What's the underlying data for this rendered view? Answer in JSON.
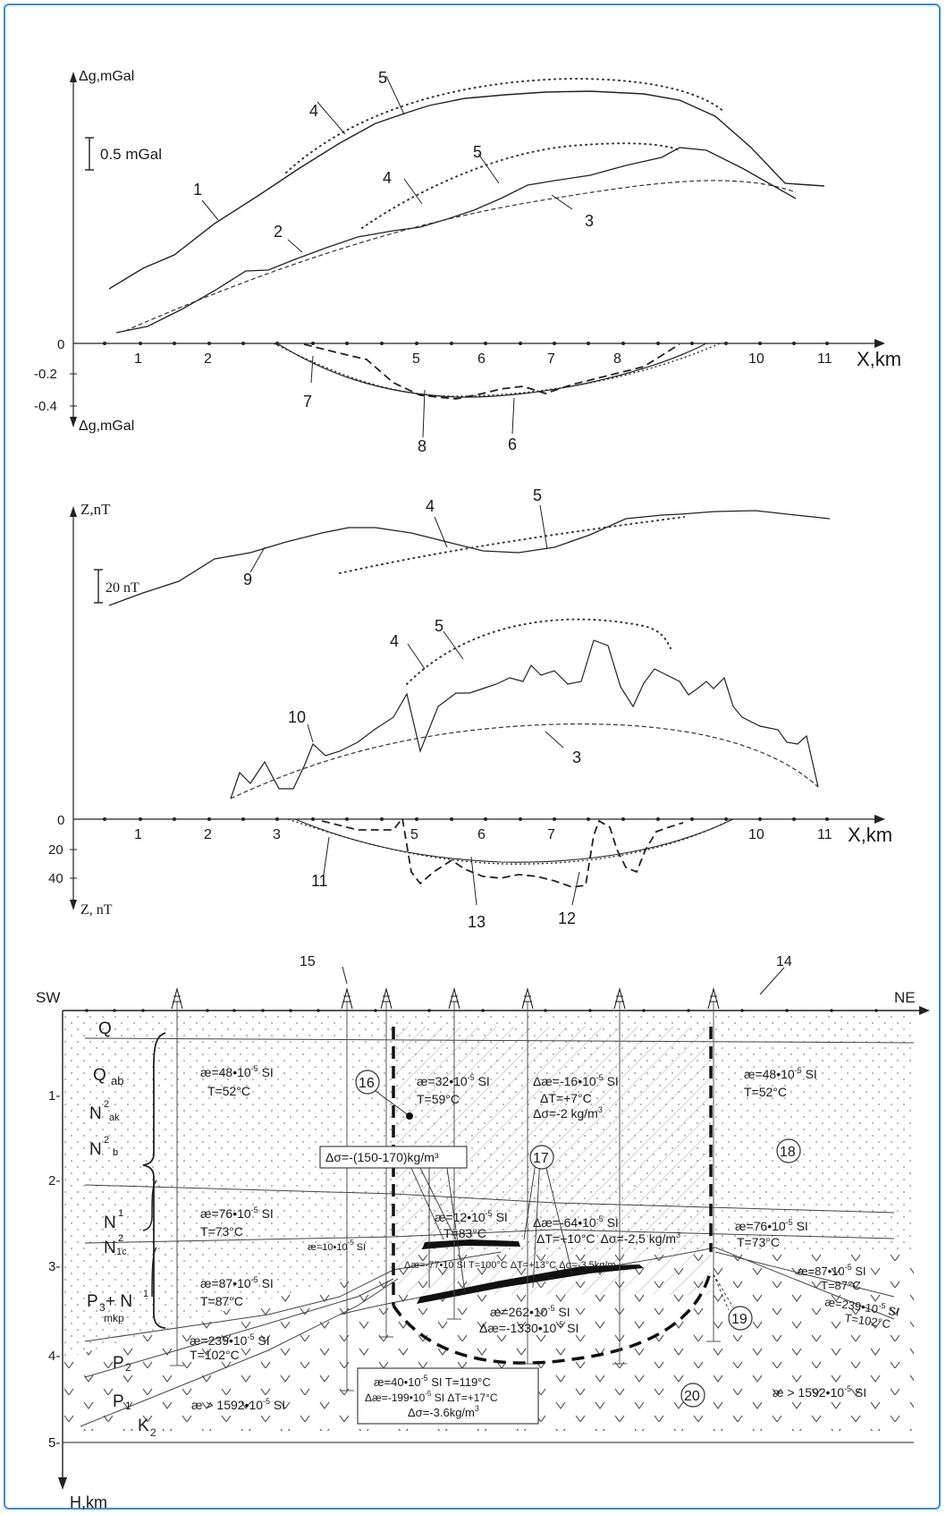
{
  "gravity_panel": {
    "y_axis_label_top": "Δg,mGal",
    "y_axis_label_bottom": "Δg,mGal",
    "scale_bar_label": "0.5 mGal",
    "zero_label": "0",
    "neg_ticks": [
      "-0.2",
      "-0.4"
    ],
    "x_axis_label": "X,km",
    "x_ticks": [
      "1",
      "2",
      "5",
      "6",
      "7",
      "8",
      "10",
      "11"
    ],
    "curve_labels": [
      "1",
      "2",
      "3",
      "4",
      "5",
      "4",
      "5",
      "6",
      "7",
      "8"
    ]
  },
  "magnetic_panel": {
    "y_axis_label_top": "Z,nT",
    "y_axis_label_bottom": "Z, nT",
    "scale_bar_label": "20 nT",
    "zero_label": "0",
    "neg_ticks": [
      "20",
      "40"
    ],
    "x_axis_label": "X,km",
    "x_ticks": [
      "1",
      "2",
      "3",
      "5",
      "6",
      "7",
      "10",
      "11"
    ],
    "curve_labels": [
      "9",
      "4",
      "5",
      "4",
      "5",
      "10",
      "3",
      "11",
      "13",
      "12"
    ]
  },
  "section_panel": {
    "sw_label": "SW",
    "ne_label": "NE",
    "depth_axis_label": "H,km",
    "depth_ticks": [
      "1-",
      "2-",
      "3-",
      "4-",
      "5-"
    ],
    "top_labels": [
      "15",
      "14"
    ],
    "stratigraphy": [
      "Q",
      "Q",
      "ab",
      "N",
      "2",
      "ak",
      "N",
      "2",
      "b",
      "N",
      "1",
      "N",
      "2",
      "1c",
      "P",
      "3",
      "+ N",
      "1",
      "mkp",
      "P",
      "2",
      "P",
      "1",
      "K",
      "2"
    ],
    "annotations": {
      "left_upper": [
        "æ=48•10",
        "-5",
        " SI",
        "T=52°C"
      ],
      "center_upper": [
        "æ=32•10",
        "-5",
        " SI",
        "T=59°C"
      ],
      "right_anom": [
        "Δæ=-16•10",
        "-5",
        " SI",
        "ΔT=+7°C",
        "Δσ=-2 kg/m",
        "3"
      ],
      "right_upper": [
        "æ=48•10",
        "-5",
        " SI",
        "T=52°C"
      ],
      "box_density": "Δσ=-(150-170)kg/m³",
      "left_mid": [
        "æ=76•10",
        "-5",
        " SI",
        "T=73°C"
      ],
      "center_mid": [
        "æ=12•10",
        "-5",
        " SI",
        "T=83°C"
      ],
      "center_mid_anom": [
        "Δæ=-64•10",
        "-5",
        " SI",
        "ΔT=+10°C",
        "Δσ=-2,5 kg/m",
        "3"
      ],
      "right_mid": [
        "æ=76•10",
        "-5",
        " SI",
        "T=73°C"
      ],
      "small_left": [
        "æ=10•10",
        "-5",
        " SI"
      ],
      "small_center": "Δæ=-77•10 SI T=100°C ΔT=+13°C Δσ=-3.5kg/m",
      "left_low": [
        "æ=87•10",
        "-5",
        " SI",
        "T=87°C"
      ],
      "right_low": [
        "æ=87•10",
        "-5",
        " SI",
        "T=87°C"
      ],
      "right_low2": [
        "æ=239•10",
        "-5",
        " SI",
        "T=102°C"
      ],
      "center_low": [
        "æ=262•10",
        "-5",
        " SI",
        "Δæ=-1330•10",
        "-5",
        " SI"
      ],
      "left_p2": [
        "æ=239•10",
        "-5",
        " SI",
        "T=102°C"
      ],
      "left_p1": [
        "æ > 1592•10",
        "-5",
        " SI"
      ],
      "right_p1": [
        "æ > 1592•10",
        "-5",
        " SI"
      ],
      "box_bottom": [
        "æ=40•10",
        "-5",
        " SI  T=119°C",
        "Δæ=-199•10",
        "-5",
        " SI  ΔT=+17°C",
        "Δσ=-3.6kg/m",
        "3"
      ]
    },
    "circled_labels": [
      "16",
      "17",
      "18",
      "19",
      "20"
    ]
  }
}
